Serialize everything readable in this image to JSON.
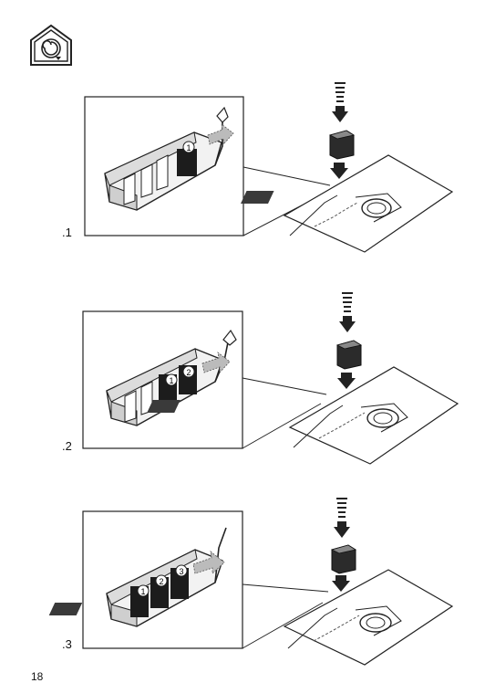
{
  "header": {
    "icon": "recirculation-house-icon"
  },
  "steps": [
    {
      "label": ".1",
      "filters_badges": [
        "1"
      ]
    },
    {
      "label": ".2",
      "filters_badges": [
        "1",
        "2"
      ]
    },
    {
      "label": ".3",
      "filters_badges": [
        "1",
        "2",
        "3"
      ]
    }
  ],
  "footer": {
    "page_number": "18"
  }
}
